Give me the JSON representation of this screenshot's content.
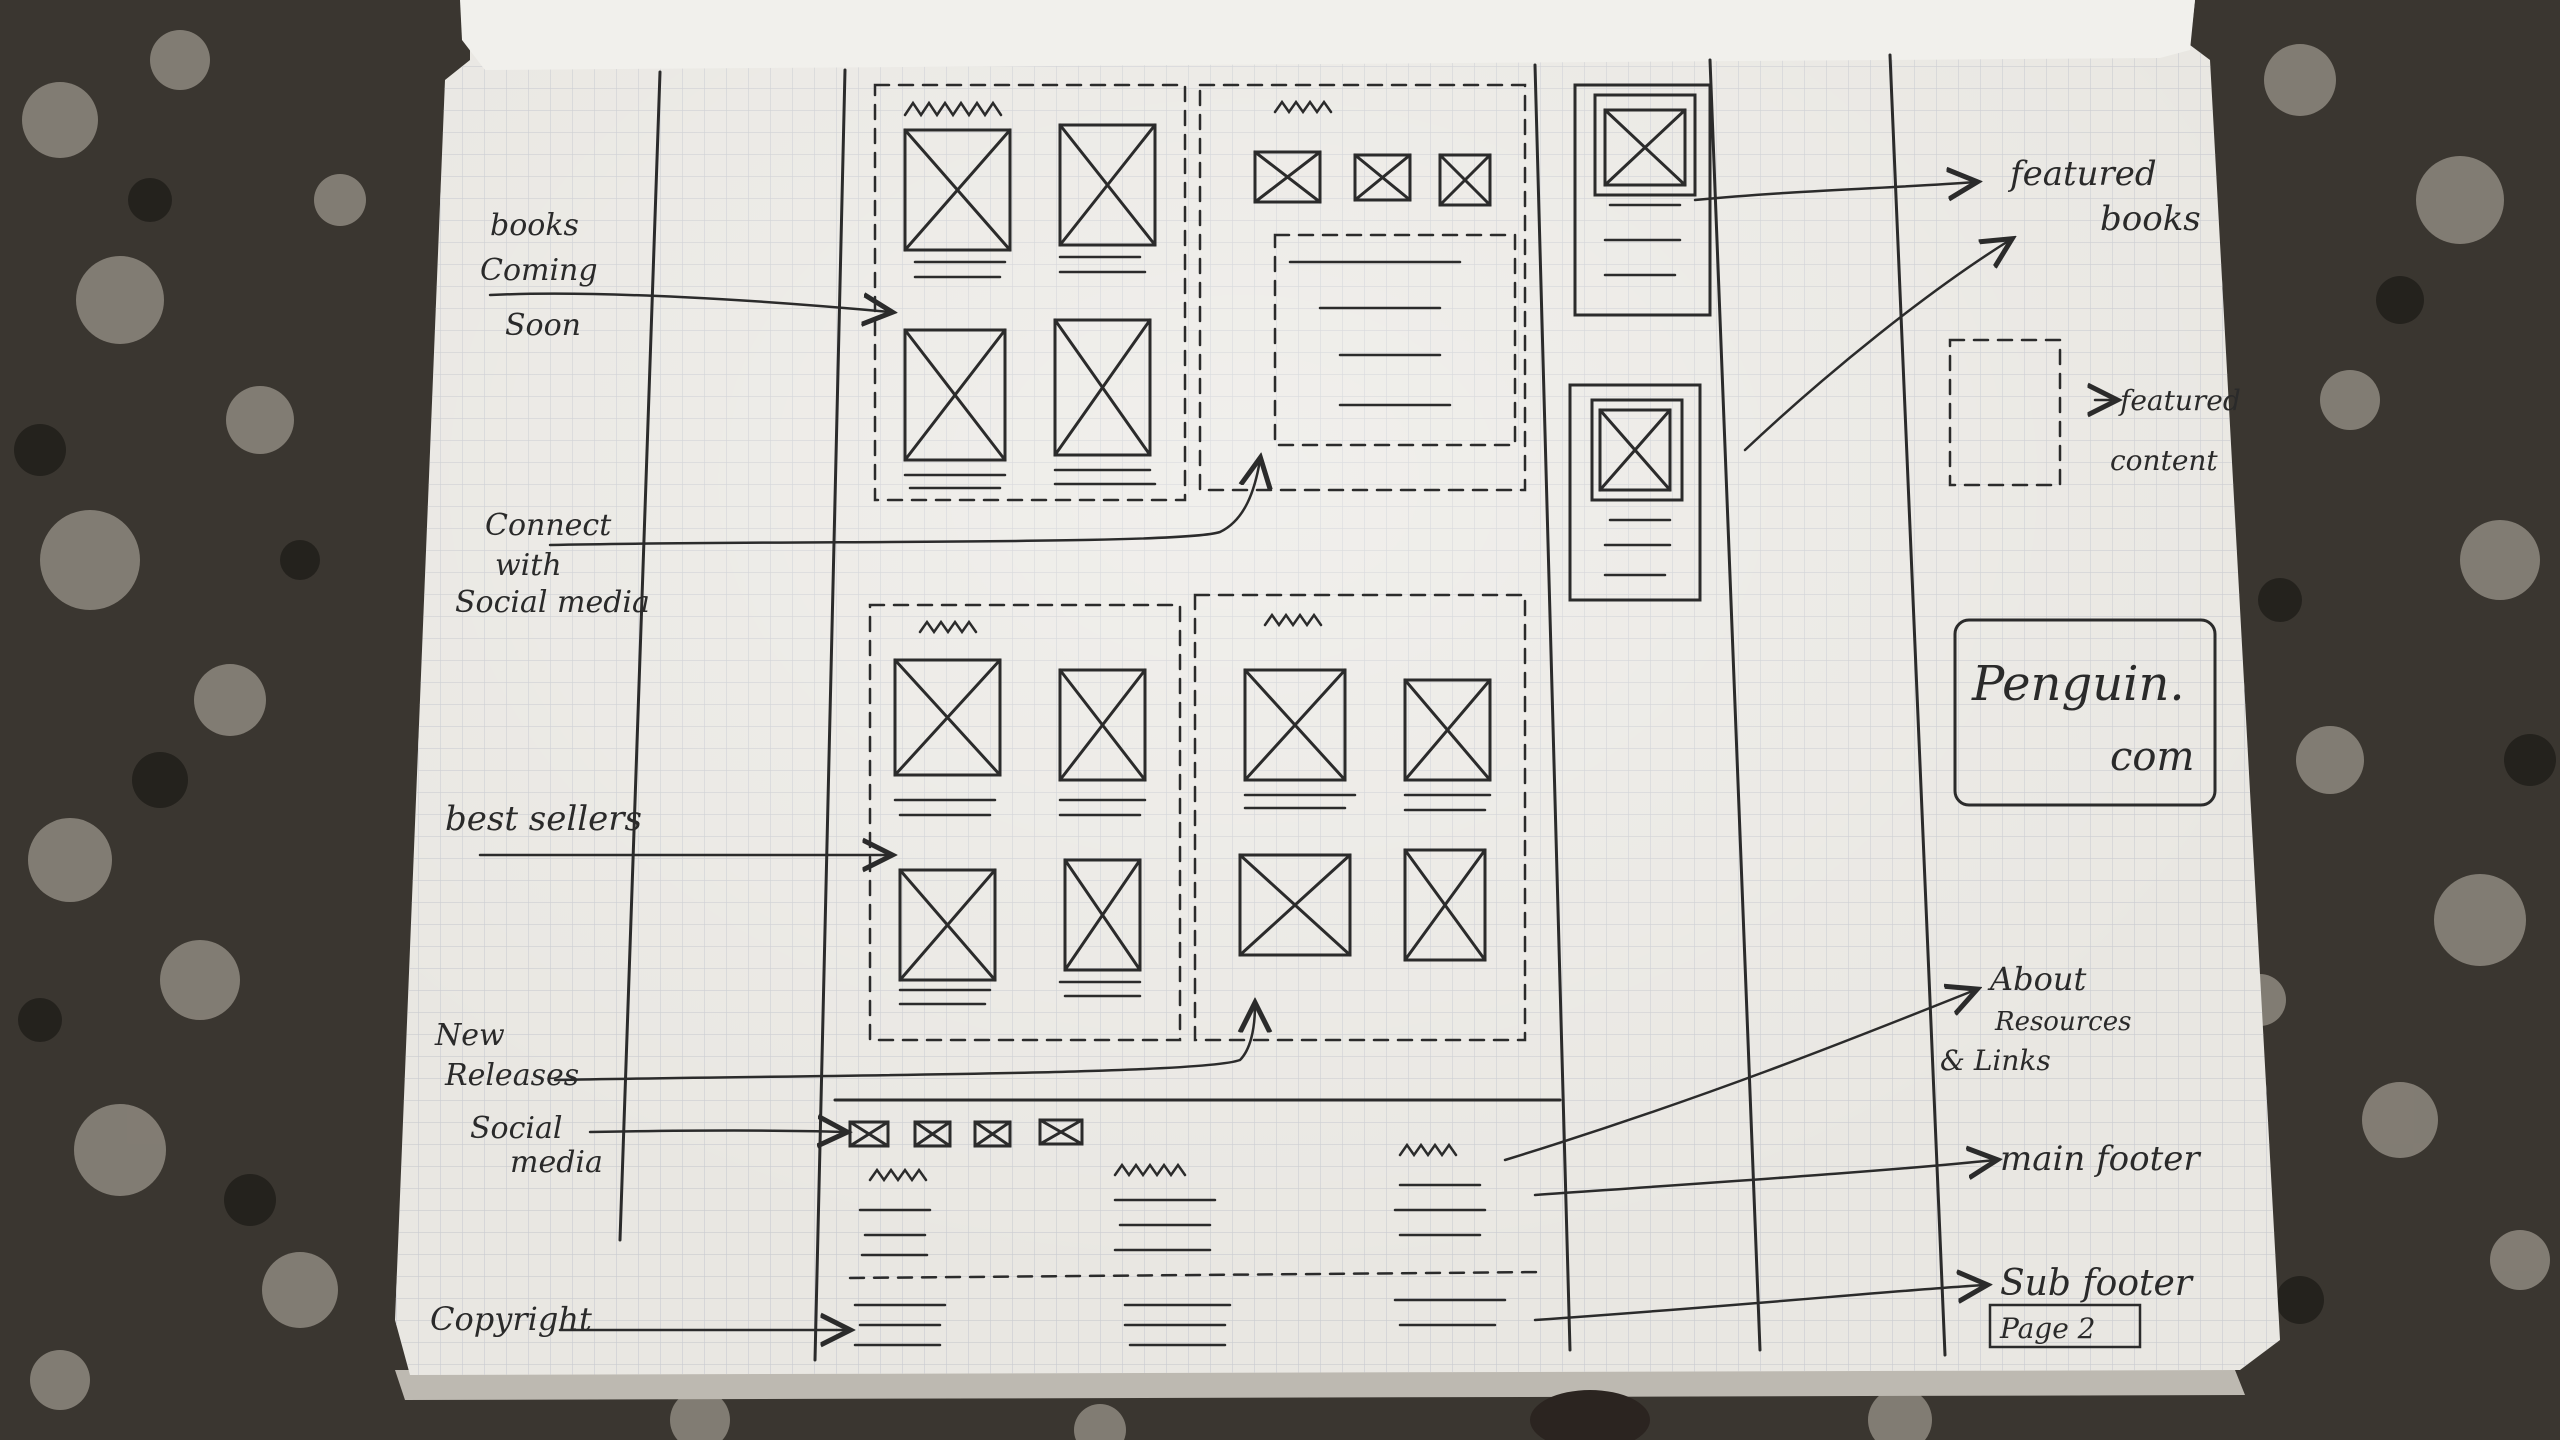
{
  "palette": {
    "granite": "#3a3630",
    "paper": "#e9e7e2",
    "grid": "#c9cbd0",
    "ink": "#2b2b2b"
  },
  "annotations": {
    "books_coming_soon": [
      "books",
      "Coming",
      "Soon"
    ],
    "connect_with_social_media": [
      "Connect",
      "with",
      "Social media"
    ],
    "best_sellers": "best sellers",
    "new_releases": [
      "New",
      "Releases"
    ],
    "social_media": [
      "Social",
      "media"
    ],
    "copyright": "Copyright",
    "featured_books": [
      "featured",
      "books"
    ],
    "featured_content": [
      "featured",
      "content"
    ],
    "logo": [
      "Penguin.",
      "com"
    ],
    "about_resources": [
      "About",
      "Resources",
      "& Links"
    ],
    "main_footer": "main footer",
    "sub_footer": "Sub footer",
    "page_label": "Page 2"
  }
}
